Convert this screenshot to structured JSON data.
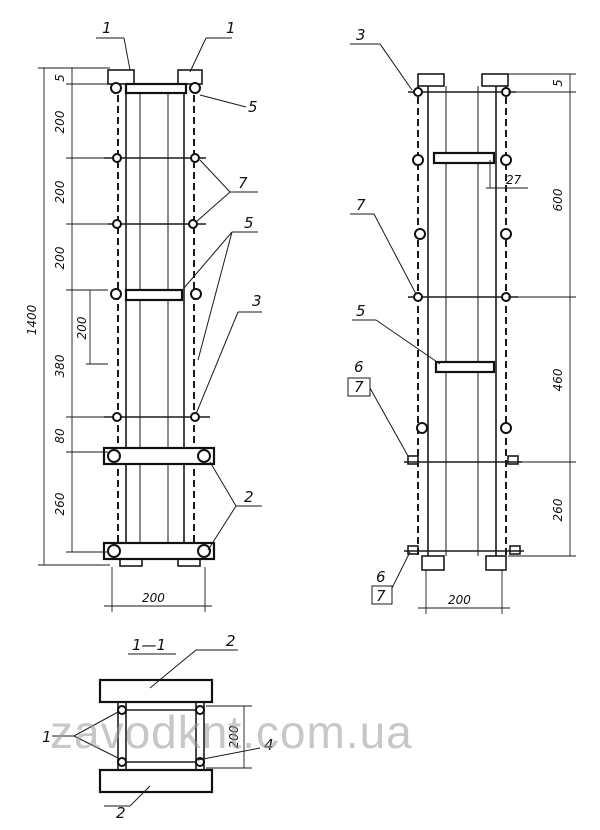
{
  "left_view": {
    "callouts": [
      "1",
      "1",
      "5",
      "7",
      "5",
      "3",
      "2"
    ],
    "dimensions": {
      "total_height": "1400",
      "top_gap": "5",
      "segments": [
        "200",
        "200",
        "200",
        "380",
        "80",
        "260"
      ],
      "inner": "200",
      "width": "200"
    }
  },
  "right_view": {
    "callouts": [
      "3",
      "7",
      "5",
      "6",
      "7",
      "6",
      "7"
    ],
    "dimensions": {
      "top_gap": "5",
      "segments": [
        "600",
        "460",
        "260"
      ],
      "small": "27",
      "width": "200"
    }
  },
  "section": {
    "title": "1—1",
    "callouts": [
      "2",
      "1",
      "4",
      "2"
    ],
    "dimension": "200"
  },
  "watermark": "zavodknt.com.ua"
}
